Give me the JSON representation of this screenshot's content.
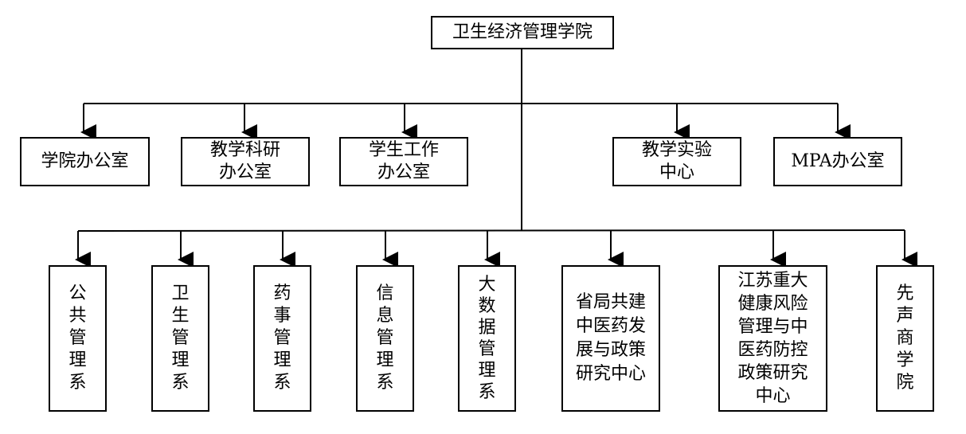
{
  "root": {
    "label": "卫生经济管理学院"
  },
  "offices": [
    {
      "label": "学院办公室"
    },
    {
      "label": "教学科研\n办公室"
    },
    {
      "label": "学生工作\n办公室"
    },
    {
      "label": "教学实验\n中心"
    },
    {
      "label": "MPA办公室"
    }
  ],
  "departments": [
    {
      "label": "公\n共\n管\n理\n系"
    },
    {
      "label": "卫\n生\n管\n理\n系"
    },
    {
      "label": "药\n事\n管\n理\n系"
    },
    {
      "label": "信\n息\n管\n理\n系"
    },
    {
      "label": "大\n数\n据\n管\n理\n系"
    },
    {
      "label": "省局共建\n中医药发\n展与政策\n研究中心"
    },
    {
      "label": "江苏重大\n健康风险\n管理与中\n医药防控\n政策研究\n中心"
    },
    {
      "label": "先\n声\n商\n学\n院"
    }
  ]
}
